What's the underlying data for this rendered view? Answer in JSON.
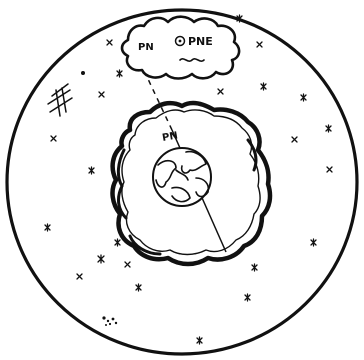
{
  "diagram": {
    "labels": {
      "cloud_pn": "PN",
      "cloud_pne": "PNE",
      "earth_pn": "PN"
    },
    "colors": {
      "ink": "#111111",
      "background": "#ffffff"
    }
  }
}
